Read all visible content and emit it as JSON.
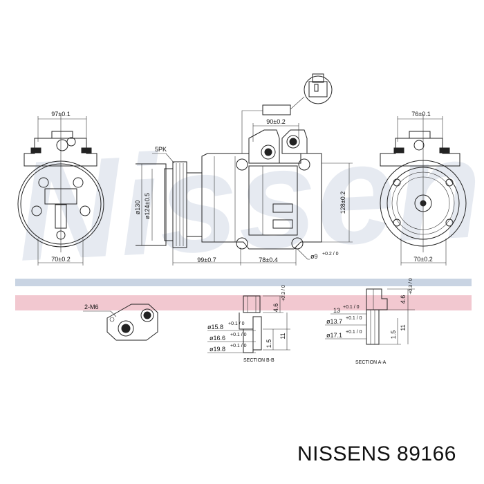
{
  "watermark": "Nissens",
  "brand": "NISSENS 89166",
  "colors": {
    "stripe_blue": "#c9d4e3",
    "stripe_pink": "#f2c8d0",
    "watermark": "#d3dae6"
  },
  "labels": {
    "pulley_spec": "5PK",
    "thread": "2-M6",
    "section_b": "SECTION B-B",
    "section_a": "SECTION A-A"
  },
  "dimensions": {
    "left_top": "97±0.1",
    "left_bottom": "70±0.2",
    "side_diam_130": "ø130",
    "side_diam_124": "ø124±0.5",
    "side_top": "90±0.2",
    "side_bottom_99": "99±0.7",
    "side_bottom_78": "78±0.4",
    "side_height": "128±0.2",
    "hole_diam": "ø9",
    "hole_tol": "+0.2 / 0",
    "right_top": "76±0.1",
    "right_bottom": "70±0.2",
    "b_d1": "ø15.8",
    "b_d2": "ø16.6",
    "b_d3": "ø19.8",
    "b_h1": "4.6",
    "b_h2": "1.5",
    "b_h3": "11",
    "a_w": "13",
    "a_d1": "ø13.7",
    "a_d2": "ø17.1",
    "a_h1": "4.6",
    "a_h2": "1.5",
    "a_h3": "11",
    "tol_p01": "+0.1 / 0",
    "tol_p03": "+0.3 / 0"
  }
}
